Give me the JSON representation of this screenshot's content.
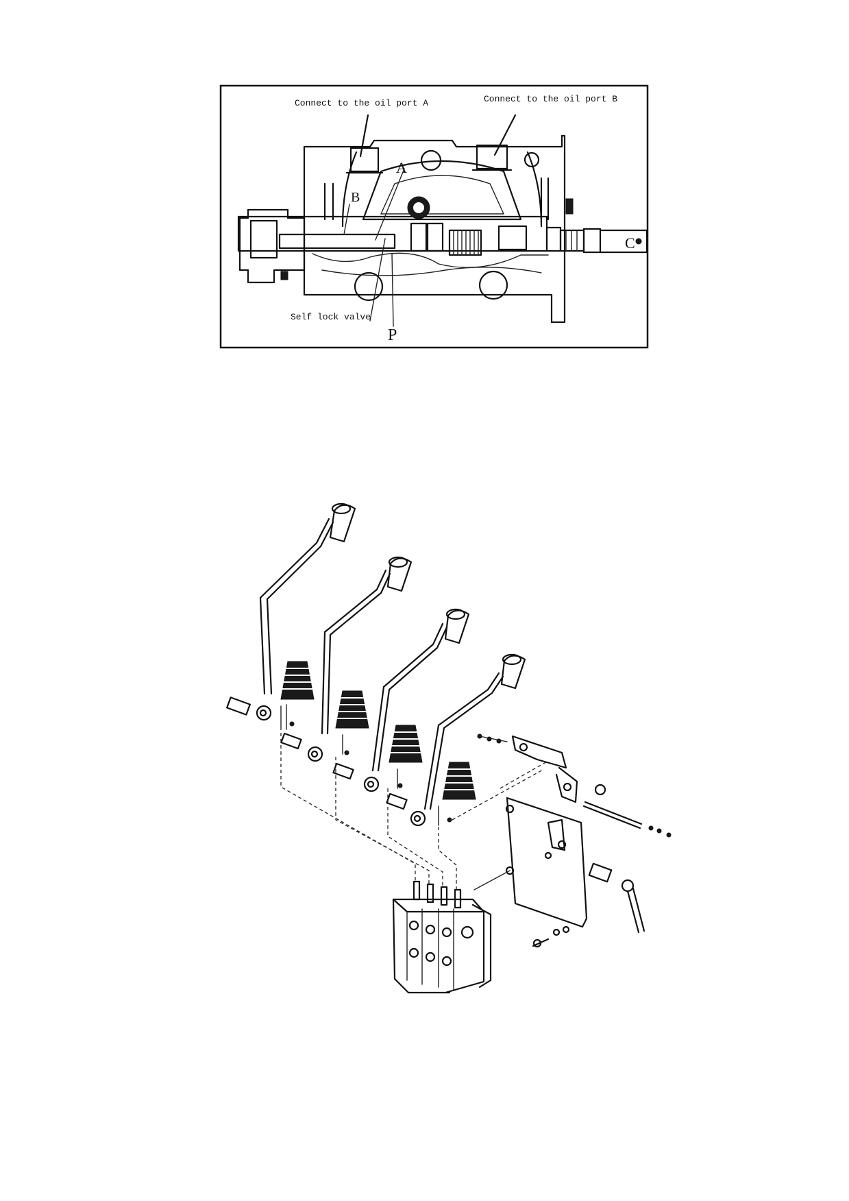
{
  "figure1": {
    "label_port_a": "Connect to the oil port A",
    "label_port_b": "Connect to the oil port B",
    "letter_a": "A",
    "letter_b": "B",
    "letter_p": "P",
    "label_self_lock": "Self lock valve"
  },
  "figure2": {
    "lever_count": 4
  },
  "colors": {
    "ink": "#111111",
    "paper": "#ffffff"
  }
}
